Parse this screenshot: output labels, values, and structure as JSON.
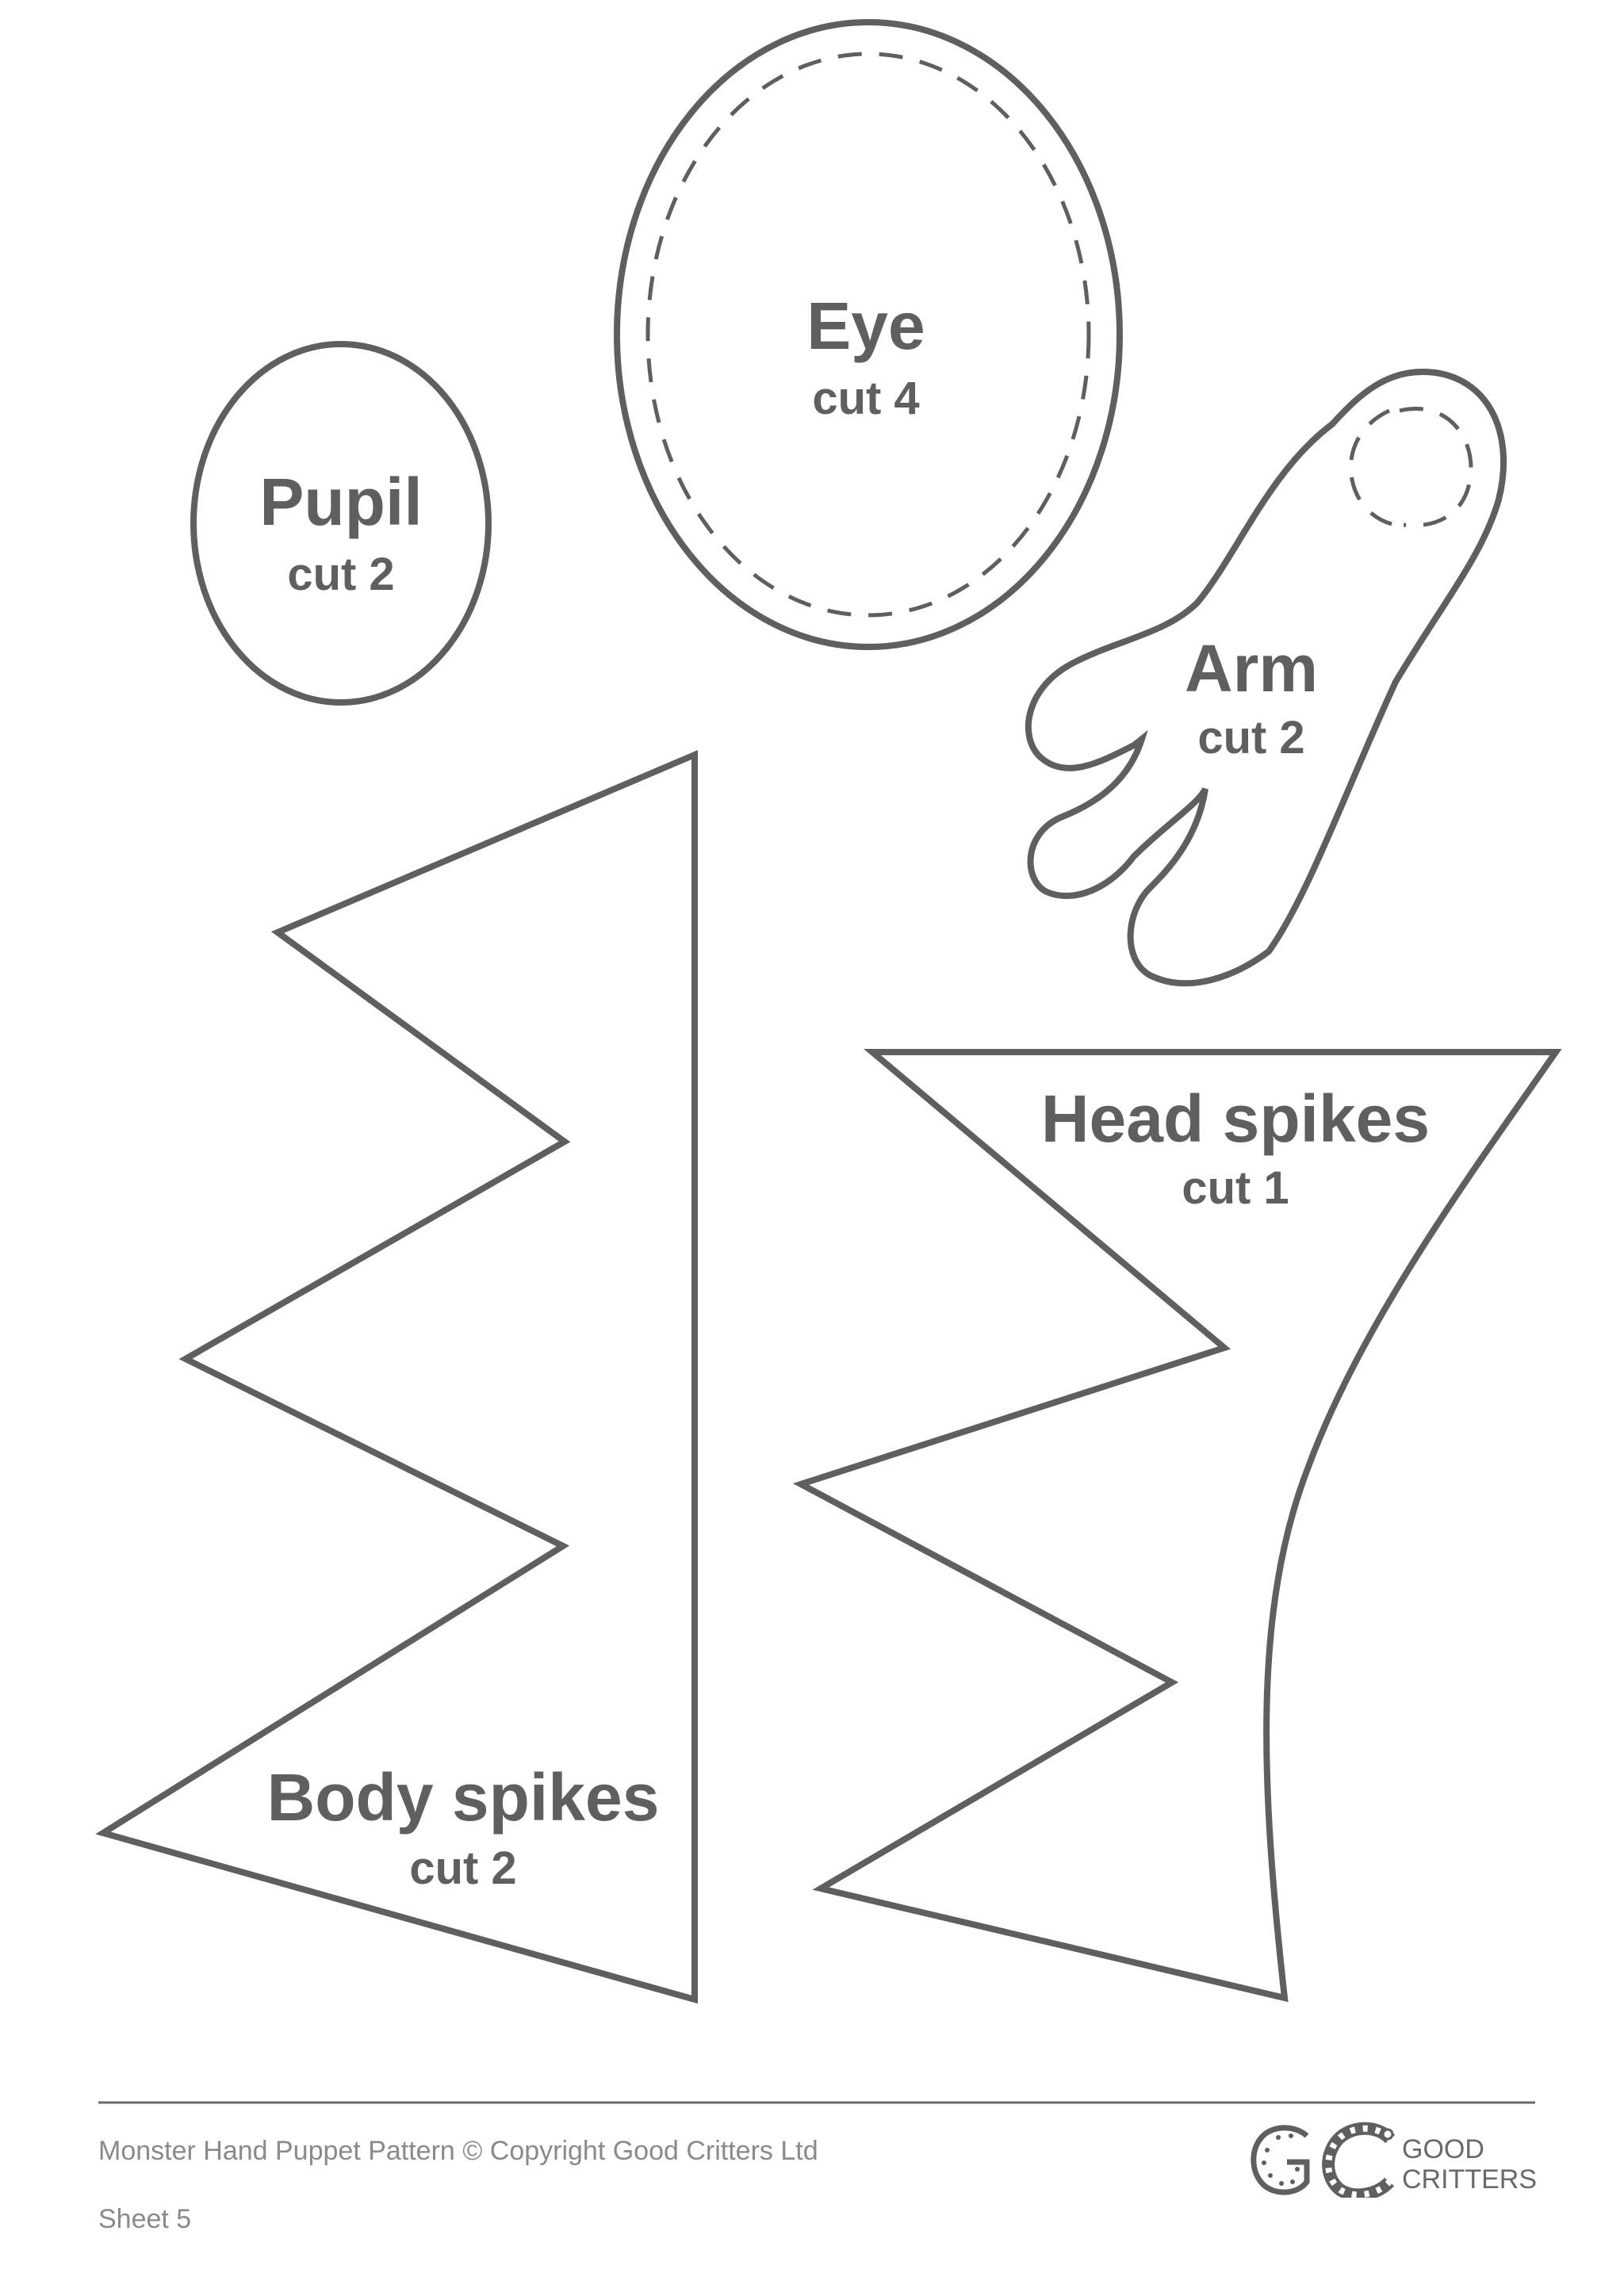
{
  "pieces": {
    "eye": {
      "name": "Eye",
      "cut": "cut 4"
    },
    "pupil": {
      "name": "Pupil",
      "cut": "cut 2"
    },
    "arm": {
      "name": "Arm",
      "cut": "cut 2"
    },
    "head_spikes": {
      "name": "Head spikes",
      "cut": "cut 1"
    },
    "body_spikes": {
      "name": "Body spikes",
      "cut": "cut 2"
    }
  },
  "footer": {
    "copyright": "Monster Hand Puppet Pattern © Copyright Good Critters Ltd",
    "sheet": "Sheet 5",
    "brand_line1": "GOOD",
    "brand_line2": "CRITTERS",
    "logo_letters": "GC"
  },
  "colors": {
    "ink": "#5f5f5f",
    "footer_text": "#8a8a8a"
  }
}
